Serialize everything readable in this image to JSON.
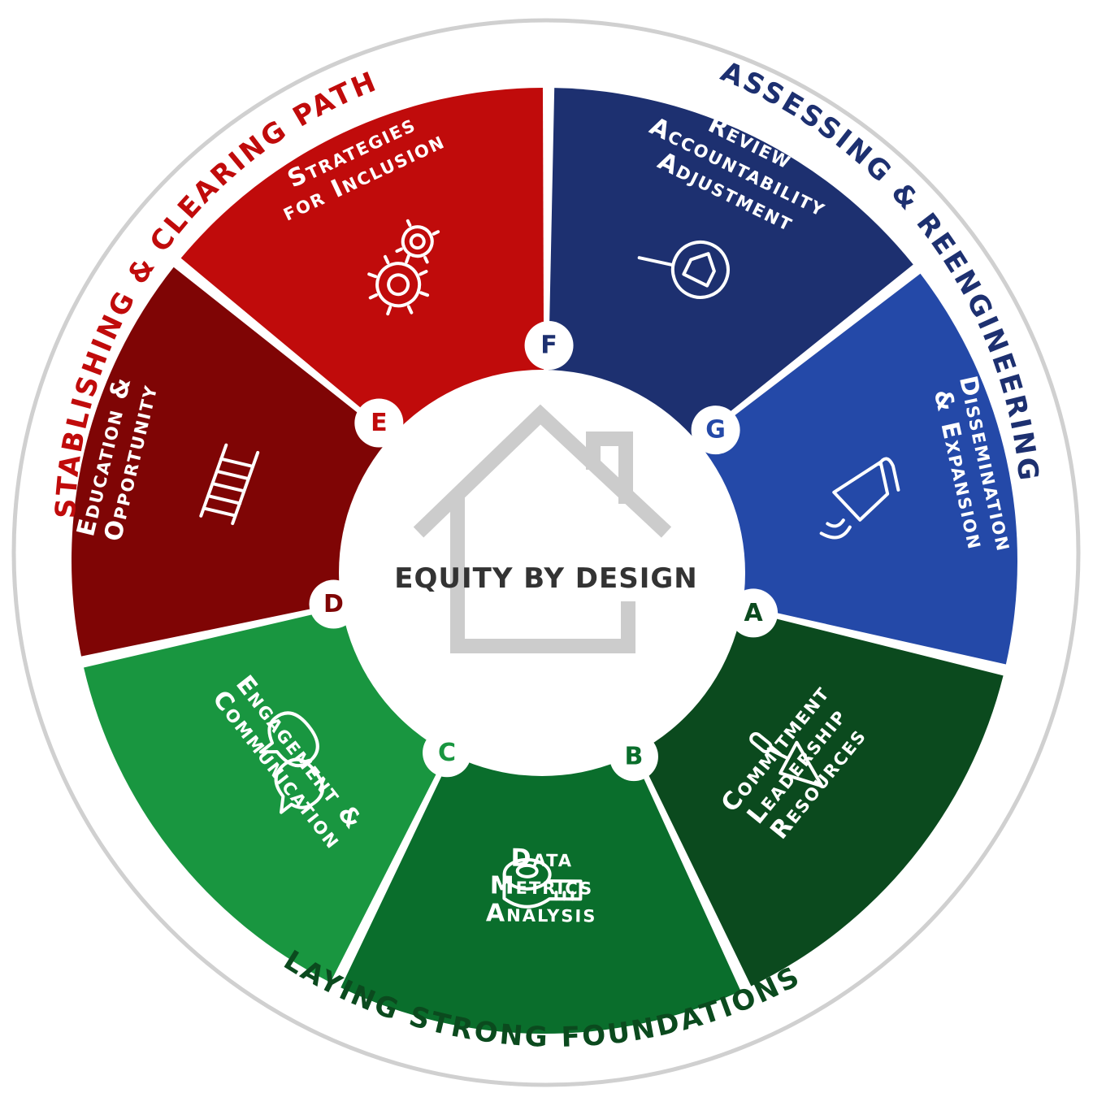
{
  "center": {
    "title": "EQUITY BY DESIGN"
  },
  "colors": {
    "outer_ring": "#d0d0d0",
    "house": "#cccccc",
    "red": "#c00b0b",
    "dark_red": "#7f0505",
    "navy": "#1d3070",
    "blue": "#2449a8",
    "dark_green": "#0b4a1e",
    "mid_green": "#0a6e2c",
    "light_green": "#199640"
  },
  "arcs": {
    "top_left": "ESTABLISHING & CLEARING PATHS",
    "top_right": "ASSESSING & REENGINEERING",
    "bottom": "LAYING STRONG FOUNDATIONS"
  },
  "segments": [
    {
      "letter": "A",
      "lines": [
        "Commitment",
        "Leadership",
        "Resources"
      ],
      "icon": "trowel-icon",
      "color": "#0b4a1e"
    },
    {
      "letter": "B",
      "lines": [
        "Data",
        "Metrics",
        "Analysis"
      ],
      "icon": "tape-measure-icon",
      "color": "#0a6e2c"
    },
    {
      "letter": "C",
      "lines": [
        "Engagement &",
        "Communication"
      ],
      "icon": "chat-bubbles-icon",
      "color": "#199640"
    },
    {
      "letter": "D",
      "lines": [
        "Education &",
        "Opportunity"
      ],
      "icon": "ladder-icon",
      "color": "#7f0505"
    },
    {
      "letter": "E",
      "lines": [
        "Strategies",
        "for Inclusion"
      ],
      "icon": "gears-icon",
      "color": "#c00b0b"
    },
    {
      "letter": "F",
      "lines": [
        "Review",
        "Accountability",
        "Adjustment"
      ],
      "icon": "magnifier-house-icon",
      "color": "#1d3070"
    },
    {
      "letter": "G",
      "lines": [
        "Dissemination",
        "& Expansion"
      ],
      "icon": "megaphone-icon",
      "color": "#2449a8"
    }
  ]
}
